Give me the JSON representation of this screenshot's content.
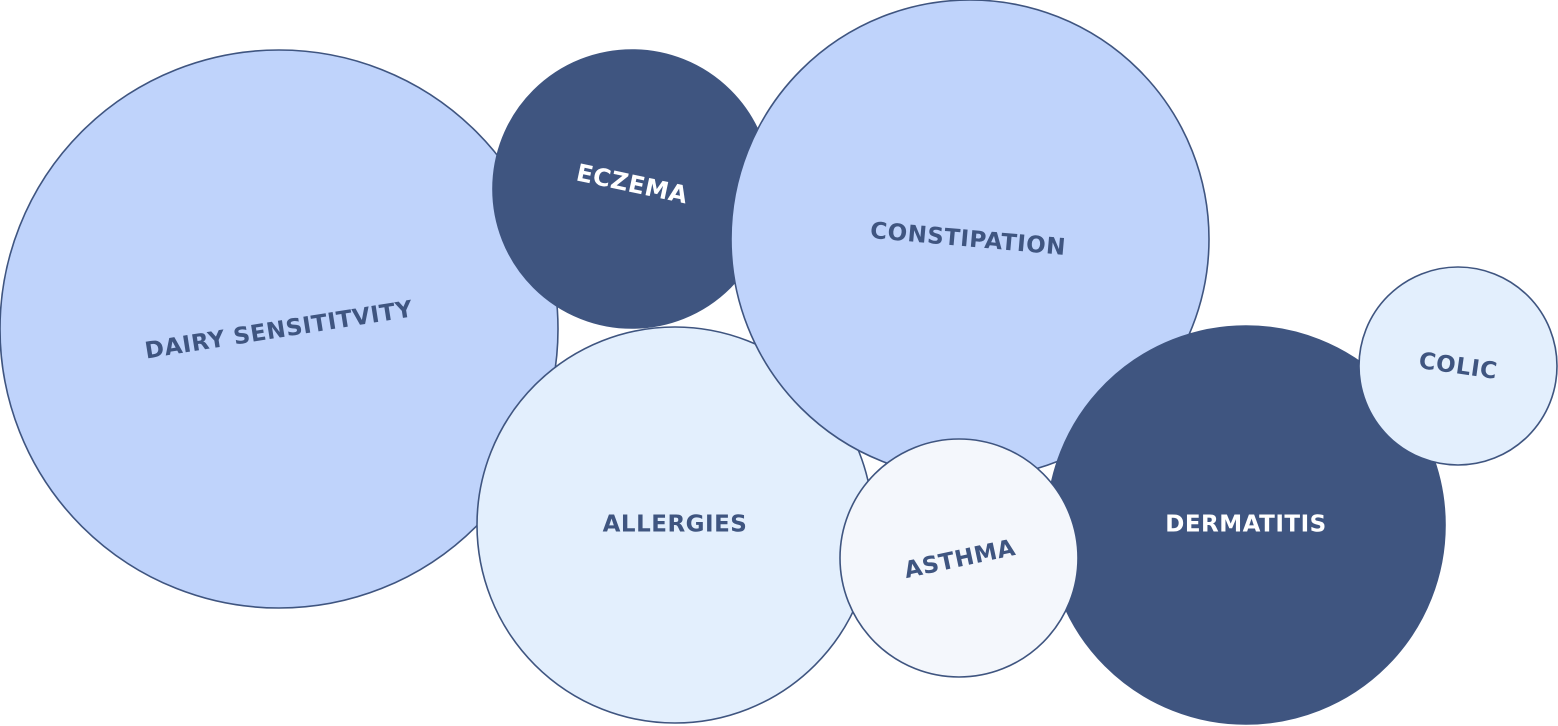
{
  "diagram": {
    "type": "bubble-cluster",
    "bubbles": [
      {
        "id": "dairy-sensitivity",
        "label": "DAIRY SENSITITVITY",
        "fill": "#bfd3fb",
        "text_color": "#3f5580"
      },
      {
        "id": "eczema",
        "label": "ECZEMA",
        "fill": "#3f5580",
        "text_color": "#ffffff"
      },
      {
        "id": "allergies",
        "label": "ALLERGIES",
        "fill": "#e3effd",
        "text_color": "#3f5580"
      },
      {
        "id": "constipation",
        "label": "CONSTIPATION",
        "fill": "#bfd3fb",
        "text_color": "#3f5580"
      },
      {
        "id": "dermatitis",
        "label": "DERMATITIS",
        "fill": "#3f5580",
        "text_color": "#ffffff"
      },
      {
        "id": "asthma",
        "label": "ASTHMA",
        "fill": "#f4f7fc",
        "text_color": "#3f5580"
      },
      {
        "id": "colic",
        "label": "COLIC",
        "fill": "#e3effd",
        "text_color": "#3f5580"
      }
    ]
  }
}
